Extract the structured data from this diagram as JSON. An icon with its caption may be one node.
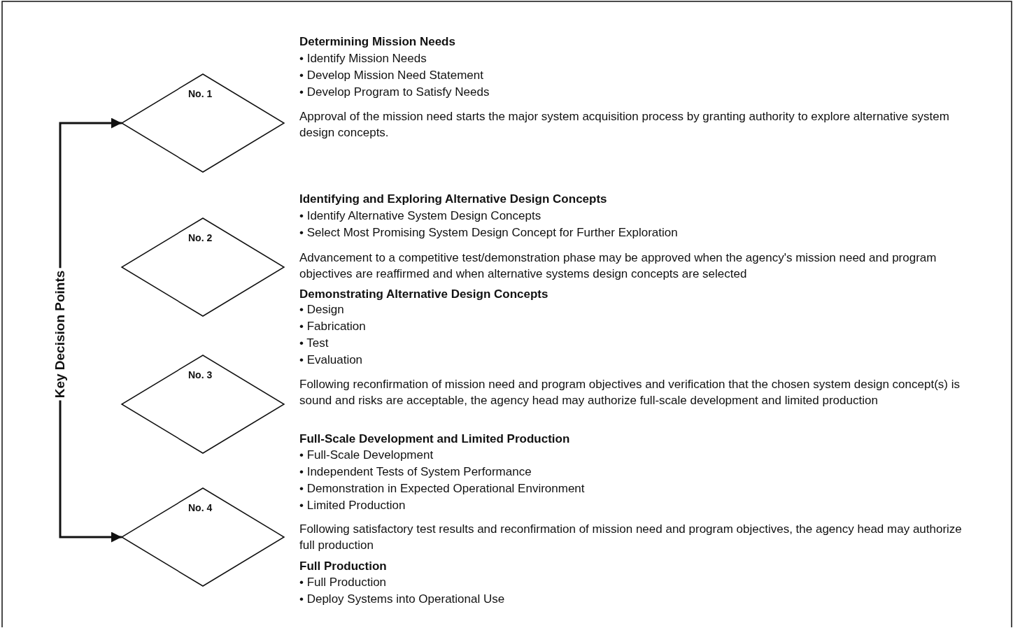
{
  "diagram": {
    "nodes": [
      {
        "text": [
          "No. 1"
        ]
      },
      {
        "text": [
          "No. 2"
        ]
      },
      {
        "text": [
          "No. 3"
        ]
      },
      {
        "text": [
          "No. 4"
        ]
      },
      {
        "text": [
          "Key Decision Points"
        ]
      }
    ],
    "edges": [
      {
        "from": 4,
        "to": 0,
        "arrow": "to"
      },
      {
        "from": 4,
        "to": 3,
        "arrow": "to"
      }
    ],
    "labels": [
      "Determining Mission Needs",
      "• Identify Mission Needs",
      "• Develop Mission Need Statement",
      "• Develop Program to Satisfy Needs",
      "Approval of the mission need starts the major system acquisition process by granting authority to explore alternative system design concepts.",
      "Identifying and Exploring Alternative Design Concepts",
      "• Identify Alternative System Design Concepts",
      "• Select Most Promising System Design Concept for Further Exploration",
      "Advancement to a competitive test/demonstration phase may be approved when the agency's mission need and program objectives are reaffirmed and when alternative systems design concepts are selected",
      "Demonstrating Alternative Design Concepts",
      "• Design",
      "• Fabrication",
      "• Test",
      "• Evaluation",
      "Following reconfirmation of mission need and program objectives and verification that the chosen system design concept(s) is sound and risks are acceptable, the agency head may authorize full-scale development and limited production",
      "Full-Scale Development and Limited Production",
      "• Full-Scale Development",
      "• Independent Tests of System Performance",
      "• Demonstration in Expected Operational Environment",
      "• Limited Production",
      "Following satisfactory test results and reconfirmation of mission need and program objectives, the agency head may authorize full production",
      "Full Production",
      "• Full Production",
      "• Deploy Systems into Operational Use"
    ]
  }
}
